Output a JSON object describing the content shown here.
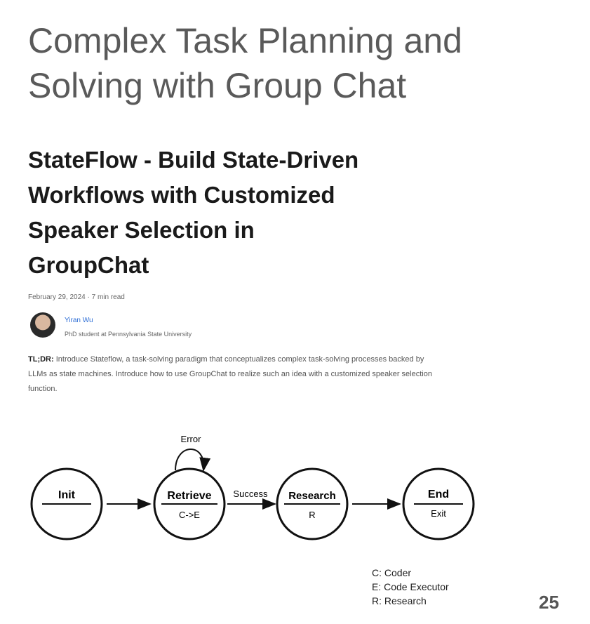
{
  "slide": {
    "title_line1": "Complex Task Planning and",
    "title_line2": "Solving with Group Chat",
    "page_number": "25"
  },
  "article": {
    "title_line1": "StateFlow - Build State-Driven",
    "title_line2": "Workflows with Customized",
    "title_line3": "Speaker Selection in",
    "title_line4": "GroupChat",
    "meta": "February 29, 2024 · 7 min read",
    "author_name": "Yiran Wu",
    "author_bio": "PhD student at Pennsylvania State University",
    "tldr_label": "TL;DR:",
    "tldr_text": "Introduce Stateflow, a task-solving paradigm that conceptualizes complex task-solving processes backed by LLMs as state machines. Introduce how to use GroupChat to realize such an idea with a customized speaker selection function."
  },
  "diagram": {
    "states": [
      {
        "name": "Init",
        "sub": ""
      },
      {
        "name": "Retrieve",
        "sub": "C->E"
      },
      {
        "name": "Research",
        "sub": "R"
      },
      {
        "name": "End",
        "sub": "Exit"
      }
    ],
    "error_label": "Error",
    "success_label": "Success",
    "legend": [
      "C: Coder",
      "E: Code Executor",
      "R: Research"
    ]
  }
}
